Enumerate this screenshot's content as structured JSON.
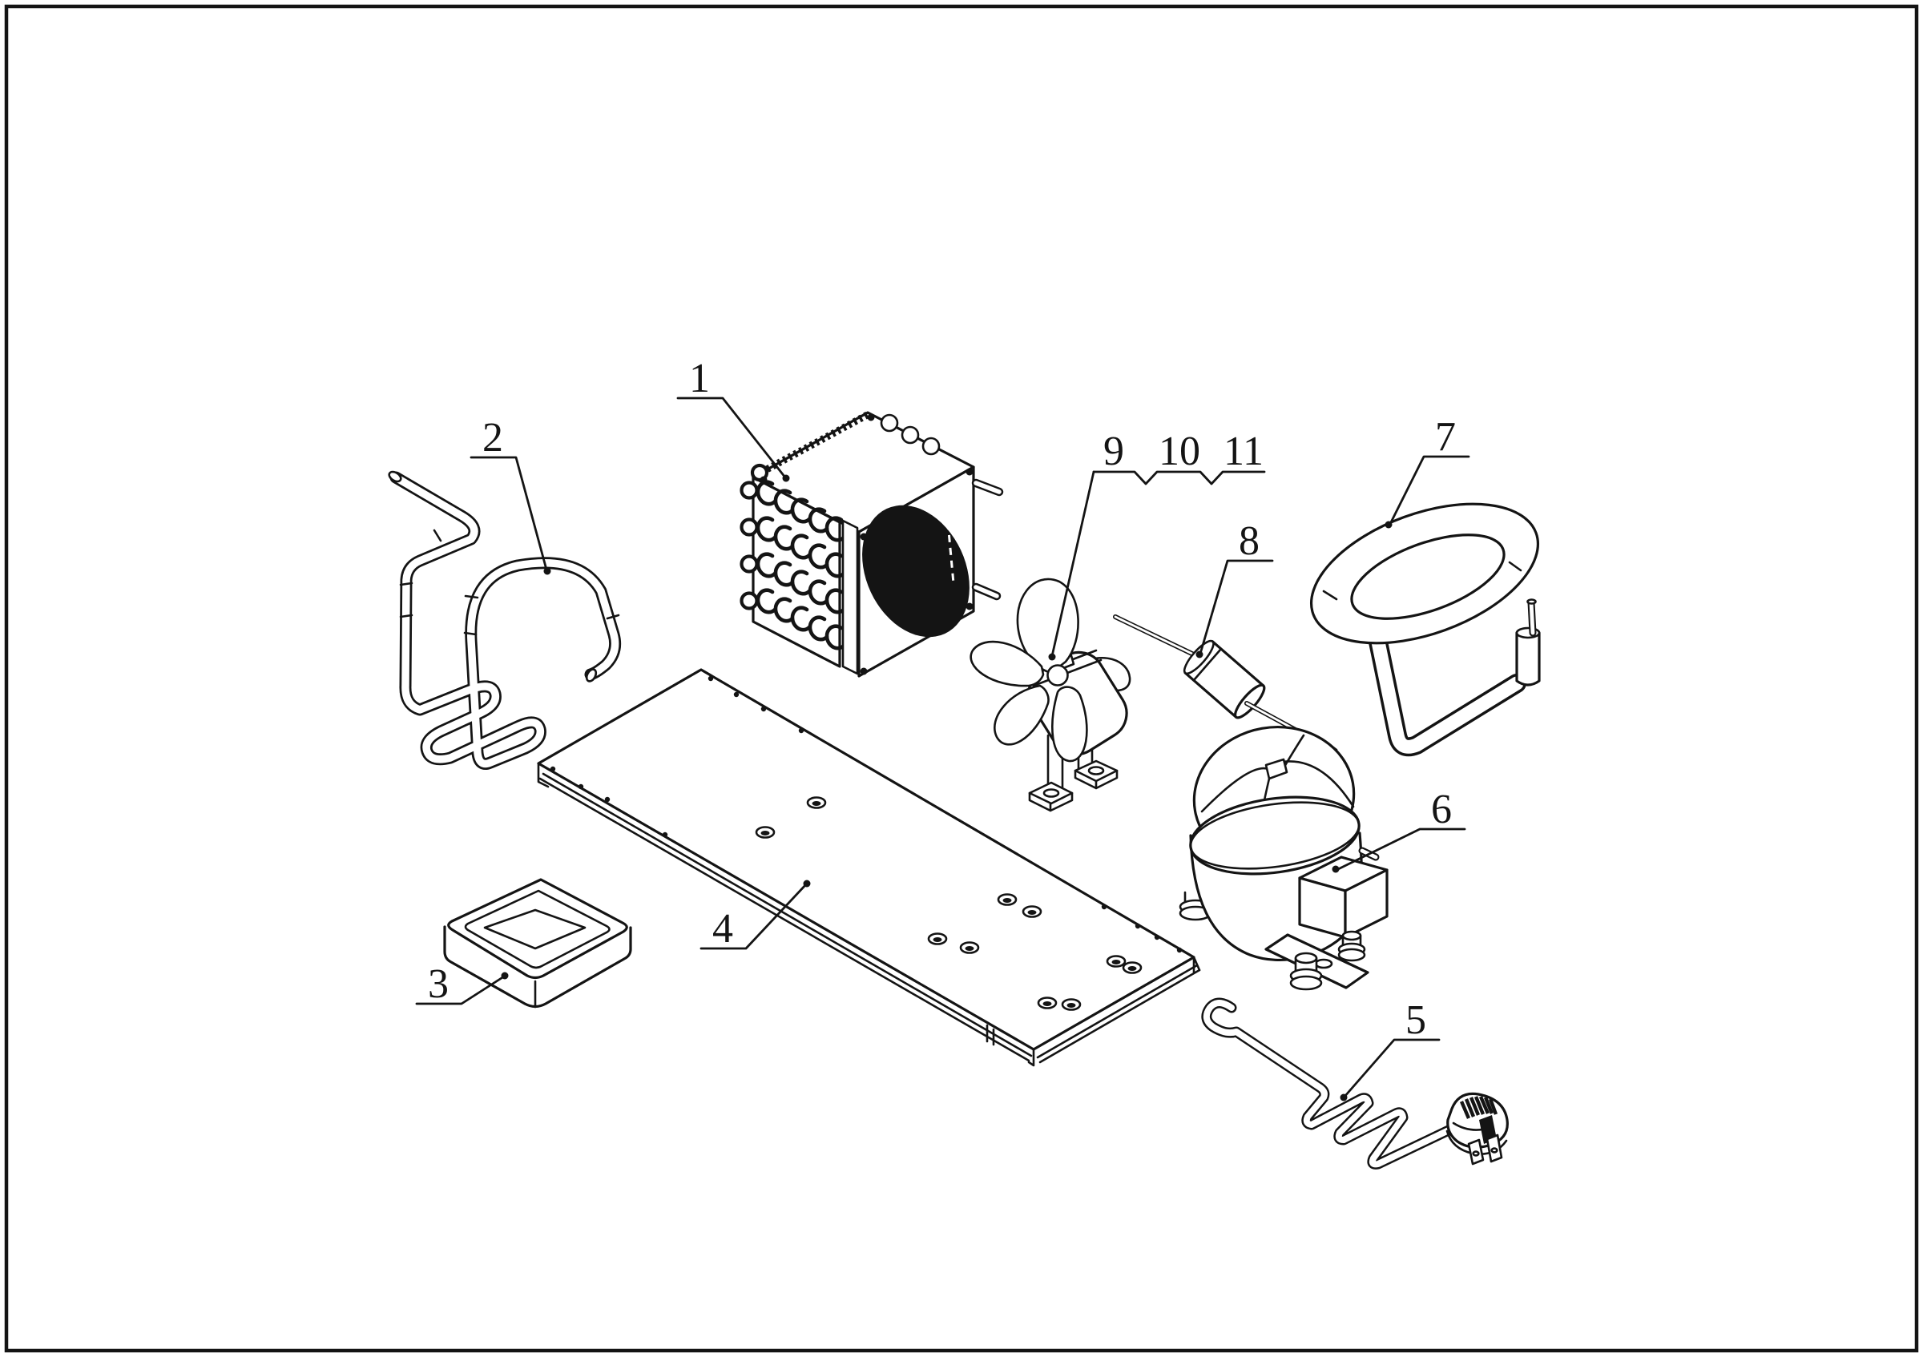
{
  "figure": {
    "type": "exploded-parts-line-drawing",
    "colors": {
      "background": "#ffffff",
      "line": "#141414",
      "dark_fill": "#111111"
    }
  },
  "callouts": [
    {
      "label": "1"
    },
    {
      "label": "2"
    },
    {
      "label": "3"
    },
    {
      "label": "4"
    },
    {
      "label": "5"
    },
    {
      "label": "6"
    },
    {
      "label": "7"
    },
    {
      "label": "8"
    },
    {
      "label": "9"
    },
    {
      "label": "10"
    },
    {
      "label": "11"
    }
  ]
}
